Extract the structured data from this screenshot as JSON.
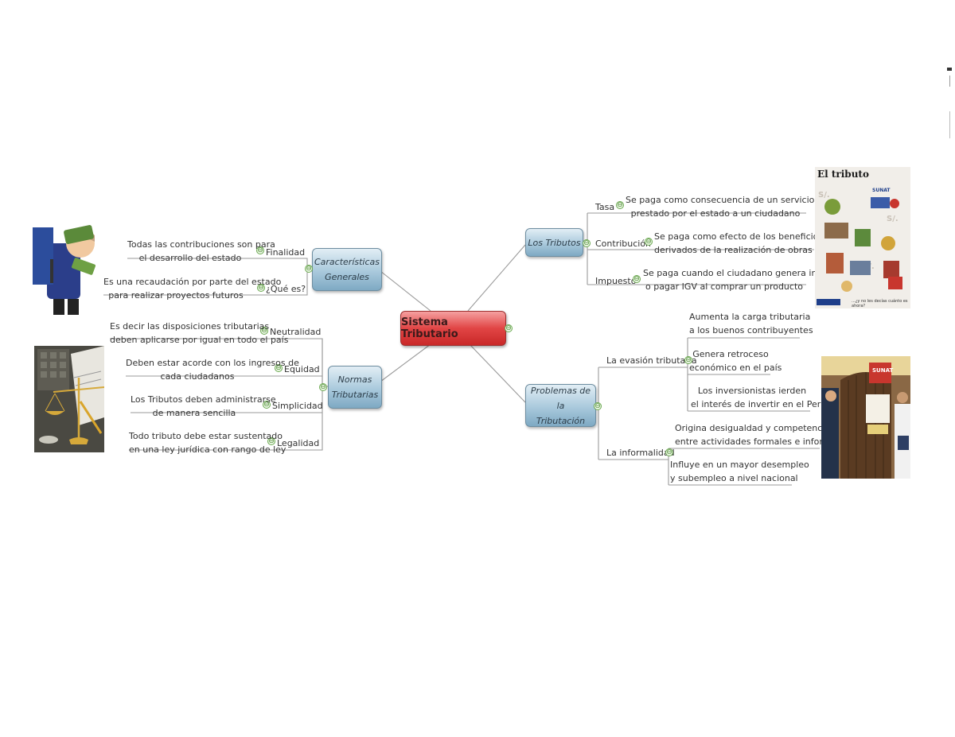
{
  "central": {
    "label": "Sistema Tributario"
  },
  "caracteristicas": {
    "label_line1": "Características",
    "label_line2": "Generales",
    "finalidad": {
      "label": "Finalidad",
      "text_line1": "Todas las contribuciones son para",
      "text_line2": "el desarrollo del estado"
    },
    "que_es": {
      "label": "¿Qué es?",
      "text_line1": "Es una recaudación por parte del estado",
      "text_line2": "para realizar proyectos futuros"
    }
  },
  "normas": {
    "label_line1": "Normas",
    "label_line2": "Tributarias",
    "neutralidad": {
      "label": "Neutralidad",
      "text_line1": "Es decir las disposiciones tributarias",
      "text_line2": "deben aplicarse por igual en todo el país"
    },
    "equidad": {
      "label": "Equidad",
      "text_line1": "Deben estar acorde con los ingresos de",
      "text_line2": "cada ciudadanos"
    },
    "simplicidad": {
      "label": "Simplicidad",
      "text_line1": "Los Tributos deben administrarse",
      "text_line2": "de manera sencilla"
    },
    "legalidad": {
      "label": "Legalidad",
      "text_line1": "Todo tributo debe estar sustentado",
      "text_line2": "en una ley jurídica con rango de ley"
    }
  },
  "tributos": {
    "label": "Los Tributos",
    "tasa": {
      "label": "Tasa",
      "text_line1": "Se paga como consecuencia de un servicio público",
      "text_line2": "prestado por el estado a un ciudadano"
    },
    "contribucion": {
      "label": "Contribución",
      "text_line1": "Se paga como efecto de los beneficios",
      "text_line2": "derivados de la realización de obras públicas"
    },
    "impuesto": {
      "label": "Impuesto",
      "text_line1": "Se paga cuando el ciudadano genera ingresos",
      "text_line2": "o pagar IGV al comprar un producto"
    }
  },
  "problemas": {
    "label_line1": "Problemas de la",
    "label_line2": "Tributación",
    "evasion": {
      "label": "La evasión tributaria",
      "item1_line1": "Aumenta la carga tributaria",
      "item1_line2": "a los buenos contribuyentes",
      "item2_line1": "Genera retroceso",
      "item2_line2": "económico en el país",
      "item3_line1": "Los inversionistas ierden",
      "item3_line2": "el interés de invertir en el Perú"
    },
    "informalidad": {
      "label": "La informalidad",
      "item1_line1": "Origina desigualdad y competencia",
      "item1_line2": "entre actividades formales e informales",
      "item2_line1": "Influye en un mayor desempleo",
      "item2_line2": "y subempleo a nivel nacional"
    }
  },
  "images": {
    "poster_title": "El tributo",
    "poster_brand": "SUNAT",
    "poster_currency": "S/.",
    "poster_footer": "...¿y no les decías cuánto es ahora?",
    "door_sign": "SUNAT"
  },
  "toggle_symbol": "⊖",
  "colors": {
    "central": "#e14545",
    "main_node": "#a9c9dc",
    "line": "#9a9a9a",
    "toggle": "#6aa84f"
  }
}
